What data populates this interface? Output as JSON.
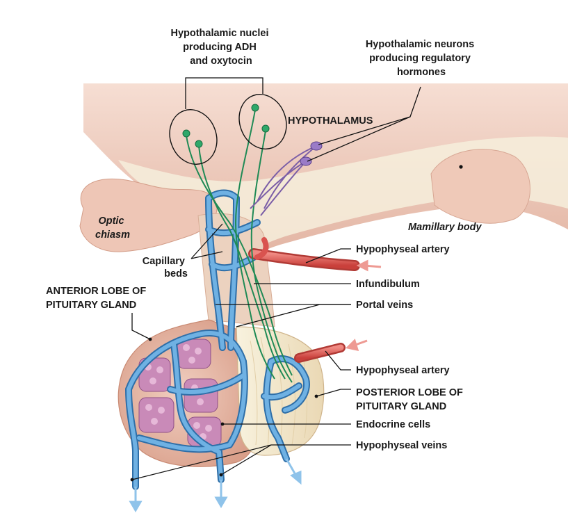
{
  "labels": {
    "hypothalamic_nuclei": [
      "Hypothalamic nuclei",
      "producing ADH",
      "and oxytocin"
    ],
    "hypothalamic_neurons": [
      "Hypothalamic neurons",
      "producing regulatory",
      "hormones"
    ],
    "hypothalamus": "HYPOTHALAMUS",
    "optic_chiasm": [
      "Optic",
      "chiasm"
    ],
    "mamillary_body": "Mamillary body",
    "capillary_beds": [
      "Capillary",
      "beds"
    ],
    "anterior_lobe": [
      "ANTERIOR LOBE OF",
      "PITUITARY GLAND"
    ],
    "hypophyseal_artery_top": "Hypophyseal artery",
    "infundibulum": "Infundibulum",
    "portal_veins": "Portal veins",
    "hypophyseal_artery_bottom": "Hypophyseal artery",
    "posterior_lobe": [
      "POSTERIOR LOBE OF",
      "PITUITARY GLAND"
    ],
    "endocrine_cells": "Endocrine cells",
    "hypophyseal_veins": "Hypophyseal veins"
  },
  "colors": {
    "tissue": "#e8bfae",
    "tissue_dark": "#d9a48f",
    "cream": "#f3ecd6",
    "vessel_blue": "#5b9fd6",
    "vessel_blue_dark": "#2f6fa8",
    "artery_red": "#d9534f",
    "arrow_pink": "#ee9a93",
    "neuron_green": "#1f8a55",
    "neuron_purple": "#7b5ea7",
    "cell_purple": "#c57fb0"
  }
}
